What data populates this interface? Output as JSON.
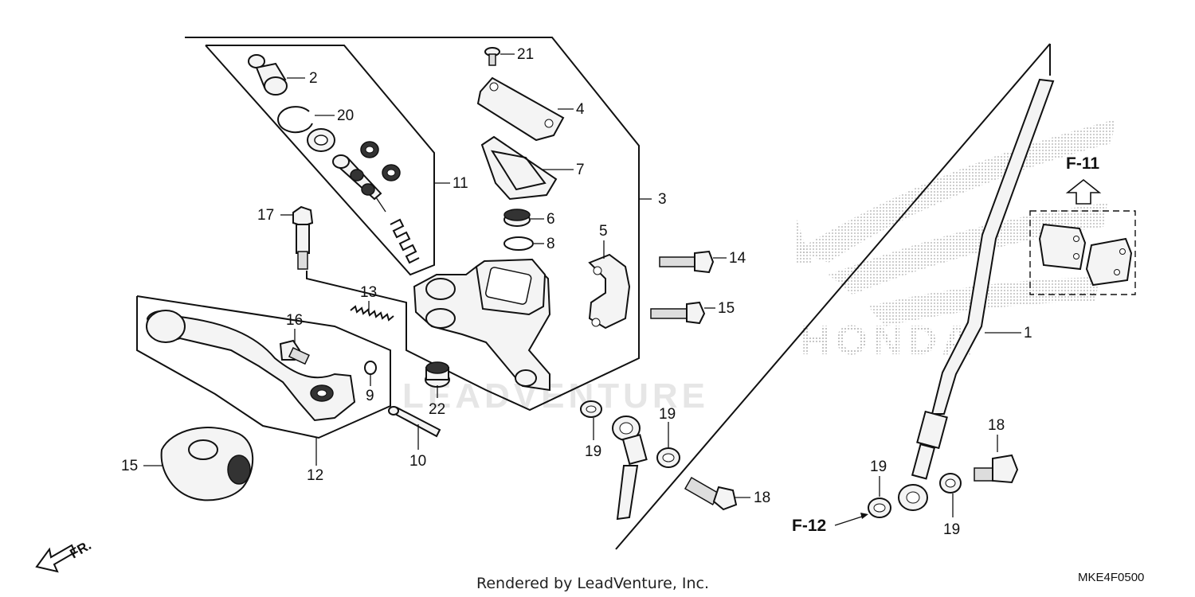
{
  "diagram": {
    "part_numbers": [
      "1",
      "2",
      "3",
      "4",
      "5",
      "6",
      "7",
      "8",
      "9",
      "10",
      "11",
      "12",
      "13",
      "14",
      "15",
      "15",
      "16",
      "17",
      "18",
      "18",
      "19",
      "19",
      "19",
      "19",
      "20",
      "21",
      "22"
    ],
    "refs": {
      "f11": "F-11",
      "f12": "F-12"
    },
    "front_marker": "FR.",
    "watermark": "LEADVENTURE",
    "brand_watermark": "HONDA",
    "footer": "Rendered by LeadVenture, Inc.",
    "diagram_code": "MKE4F0500"
  }
}
